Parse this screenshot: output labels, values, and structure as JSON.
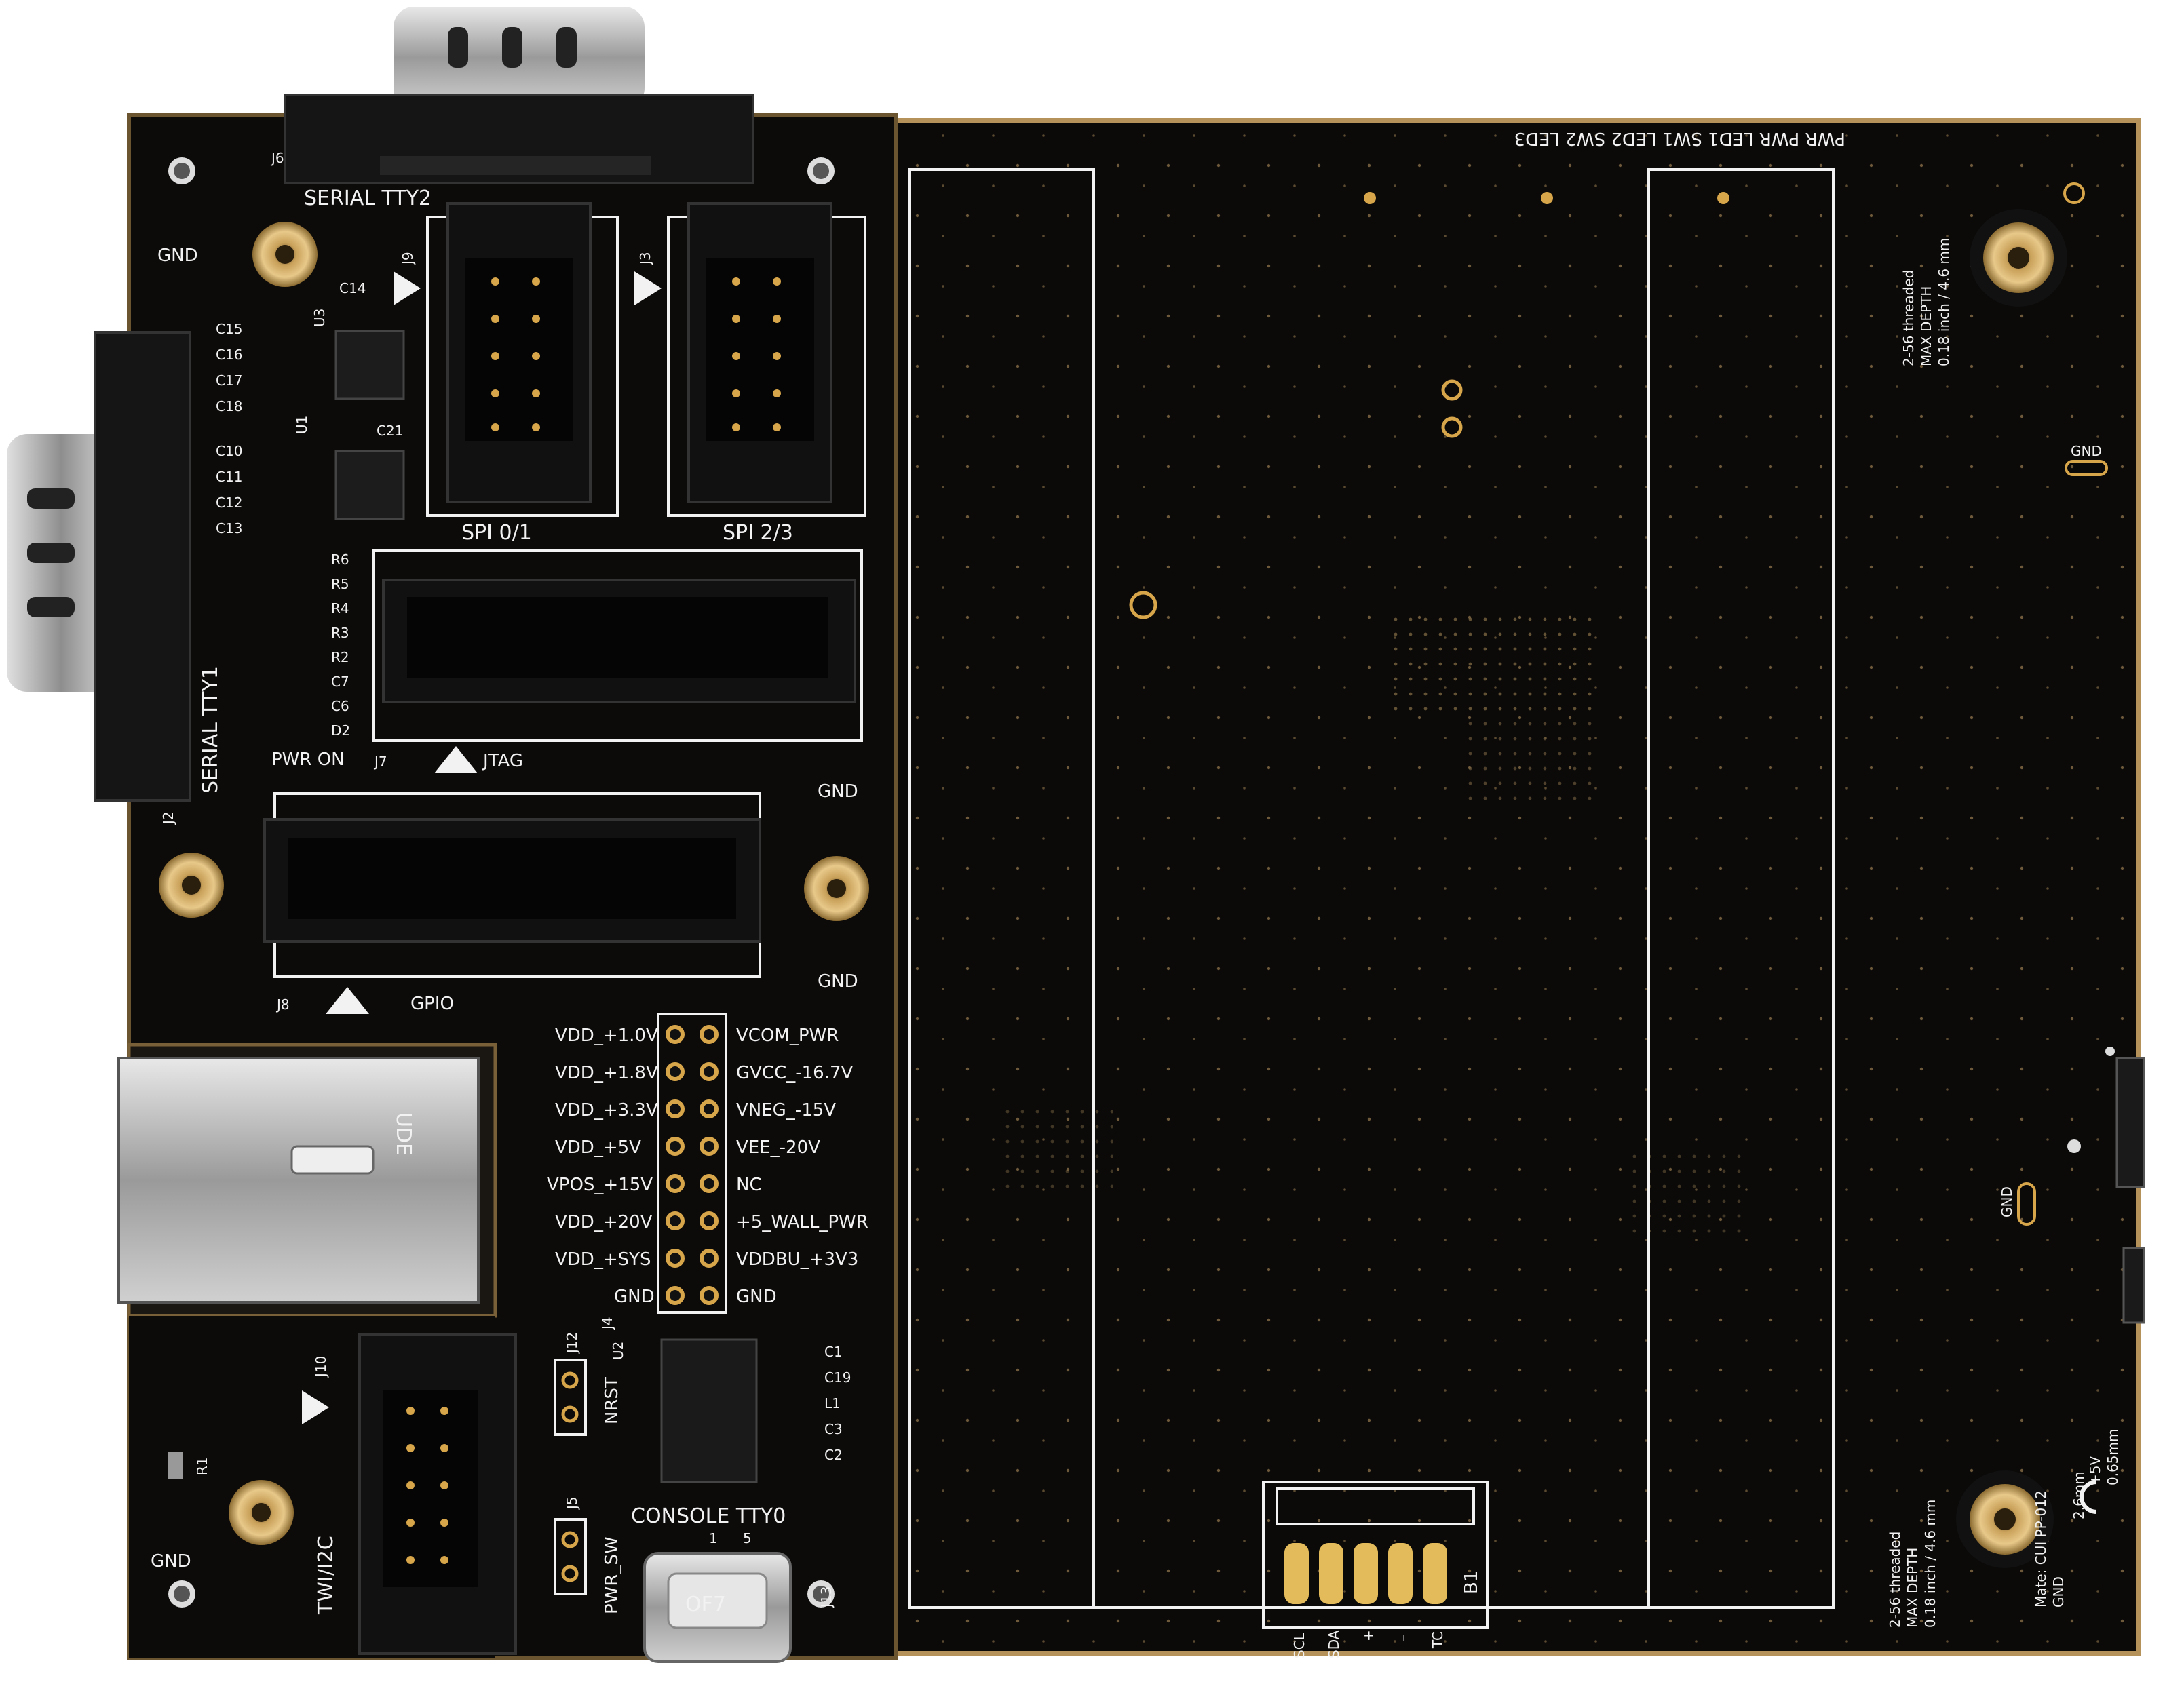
{
  "title": "",
  "colors": {
    "background": "#ffffff",
    "pcb": "#0d0b0a",
    "pcb_edge": "#b5925a",
    "gold": "#d8a64a",
    "silkscreen": "#f2f2f2",
    "metal": "#c9c9c9"
  },
  "labels": {
    "serial_tty2": "SERIAL TTY2",
    "serial_tty1": "SERIAL TTY1",
    "j6": "J6",
    "j9": "J9",
    "j3": "J3",
    "j2": "J2",
    "j7": "J7",
    "j8": "J8",
    "j4": "J4",
    "j10": "J10",
    "j12": "J12",
    "j5": "J5",
    "j13": "J13",
    "u1": "U1",
    "u2": "U2",
    "u3": "U3",
    "r1": "R1",
    "b1": "B1",
    "gnd": "GND",
    "spi01": "SPI 0/1",
    "spi23": "SPI 2/3",
    "jtag": "JTAG",
    "gpio": "GPIO",
    "pwr_on": "PWR ON",
    "nrst": "NRST",
    "pwr_sw": "PWR_SW",
    "console_tty0": "CONSOLE TTY0",
    "twi_i2c": "TWI/I2C",
    "sd_mark": "UDE",
    "usb_mark": "OF7",
    "pin1": "1",
    "pin5": "5",
    "top_leds": "PWR PWR LED1 SW1 LED2 SW2 LED3"
  },
  "left_caps": [
    "C15",
    "C16",
    "C17",
    "C18",
    "C10",
    "C11",
    "C12",
    "C13"
  ],
  "c14": "C14",
  "c21": "C21",
  "resistors": [
    "R6",
    "R5",
    "R4",
    "R3",
    "R2",
    "C7",
    "C6",
    "D2"
  ],
  "power_left": [
    "VDD_+1.0V",
    "VDD_+1.8V",
    "VDD_+3.3V",
    "VDD_+5V",
    "VPOS_+15V",
    "VDD_+20V",
    "VDD_+SYS",
    "GND"
  ],
  "power_right": [
    "VCOM_PWR",
    "GVCC_-16.7V",
    "VNEG_-15V",
    "VEE_-20V",
    "NC",
    "+5_WALL_PWR",
    "VDDBU_+3V3",
    "GND"
  ],
  "small_parts": [
    "C1",
    "C19",
    "L1",
    "C3",
    "C2"
  ],
  "bottom_pins": [
    "SCL",
    "SDA",
    "+",
    "–",
    "TC"
  ],
  "mount_top": [
    "2-56 threaded",
    "MAX DEPTH",
    "0.18 inch / 4.6 mm"
  ],
  "mount_bottom": [
    "2-56 threaded",
    "MAX DEPTH",
    "0.18 inch / 4.6 mm"
  ],
  "power_jack": [
    "Mate: CUI PP-012",
    "GND",
    "+5V",
    "2.6mm",
    "0.65mm"
  ]
}
